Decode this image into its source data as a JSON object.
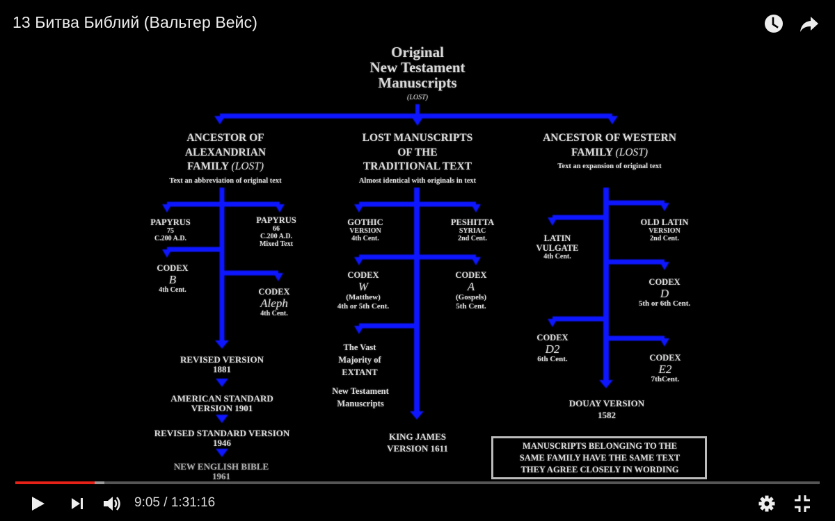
{
  "player": {
    "title": "13 Битва Библий (Вальтер Вейс)",
    "top_icons": [
      "watch-later-icon",
      "share-icon"
    ],
    "current_time": "9:05",
    "separator": " / ",
    "duration": "1:31:16",
    "progress_played_fraction": 0.099,
    "progress_buffered_fraction": 0.111,
    "bottom_icons": [
      "play-icon",
      "next-icon",
      "volume-icon",
      "settings-icon",
      "exit-fullscreen-icon"
    ],
    "accent_color": "#e62117"
  },
  "slide": {
    "line_color": "#0a14ff",
    "root": {
      "lines": [
        "Original",
        "New Testament",
        "Manuscripts"
      ],
      "lost": "(LOST)"
    },
    "columns": {
      "alexandrian": {
        "heading": [
          "ANCESTOR OF",
          "ALEXANDRIAN",
          "FAMILY"
        ],
        "heading_lost": "(LOST)",
        "subtitle": "Text an abbreviation of original text",
        "nodes": {
          "papyrus75": [
            "PAPYRUS",
            "75",
            "C.200 A.D."
          ],
          "papyrus66": [
            "PAPYRUS",
            "66",
            "C.200 A.D.",
            "Mixed Text"
          ],
          "codex_b": {
            "title": "CODEX",
            "letter": "B",
            "date": "4th Cent."
          },
          "codex_aleph": {
            "title": "CODEX",
            "letter": "Aleph",
            "date": "4th Cent."
          }
        },
        "versions": [
          [
            "REVISED VERSION",
            "1881"
          ],
          [
            "AMERICAN STANDARD",
            "VERSION 1901"
          ],
          [
            "REVISED STANDARD VERSION",
            "1946"
          ],
          [
            "NEW ENGLISH BIBLE",
            "1961"
          ]
        ]
      },
      "traditional": {
        "heading": [
          "LOST MANUSCRIPTS",
          "OF THE",
          "TRADITIONAL TEXT"
        ],
        "subtitle": "Almost identical with originals in text",
        "nodes": {
          "gothic": [
            "GOTHIC",
            "VERSION",
            "4th Cent."
          ],
          "peshitta": [
            "PESHITTA",
            "SYRIAC",
            "2nd Cent."
          ],
          "codex_w": {
            "title": "CODEX",
            "letter": "W",
            "note": "(Matthew)",
            "date": "4th or 5th Cent."
          },
          "codex_a": {
            "title": "CODEX",
            "letter": "A",
            "note": "(Gospels)",
            "date": "5th Cent."
          },
          "majority": [
            "The Vast",
            "Majority of",
            "EXTANT"
          ],
          "majority2": [
            "New Testament",
            "Manuscripts"
          ]
        },
        "version": [
          "KING JAMES",
          "VERSION 1611"
        ]
      },
      "western": {
        "heading": [
          "ANCESTOR OF WESTERN",
          "FAMILY"
        ],
        "heading_lost": "(LOST)",
        "subtitle": "Text an expansion of original text",
        "nodes": {
          "old_latin": [
            "OLD LATIN",
            "VERSION",
            "2nd Cent."
          ],
          "vulgate": [
            "LATIN",
            "VULGATE",
            "4th Cent."
          ],
          "codex_d": {
            "title": "CODEX",
            "letter": "D",
            "date": "5th or 6th Cent."
          },
          "codex_d2": {
            "title": "CODEX",
            "letter": "D2",
            "date": "6th Cent."
          },
          "codex_e2": {
            "title": "CODEX",
            "letter": "E2",
            "date": "7thCent."
          }
        },
        "version": [
          "DOUAY VERSION",
          "1582"
        ]
      }
    },
    "note": [
      "MANUSCRIPTS BELONGING TO THE",
      "SAME FAMILY HAVE THE SAME TEXT",
      "THEY AGREE CLOSELY IN WORDING"
    ]
  }
}
